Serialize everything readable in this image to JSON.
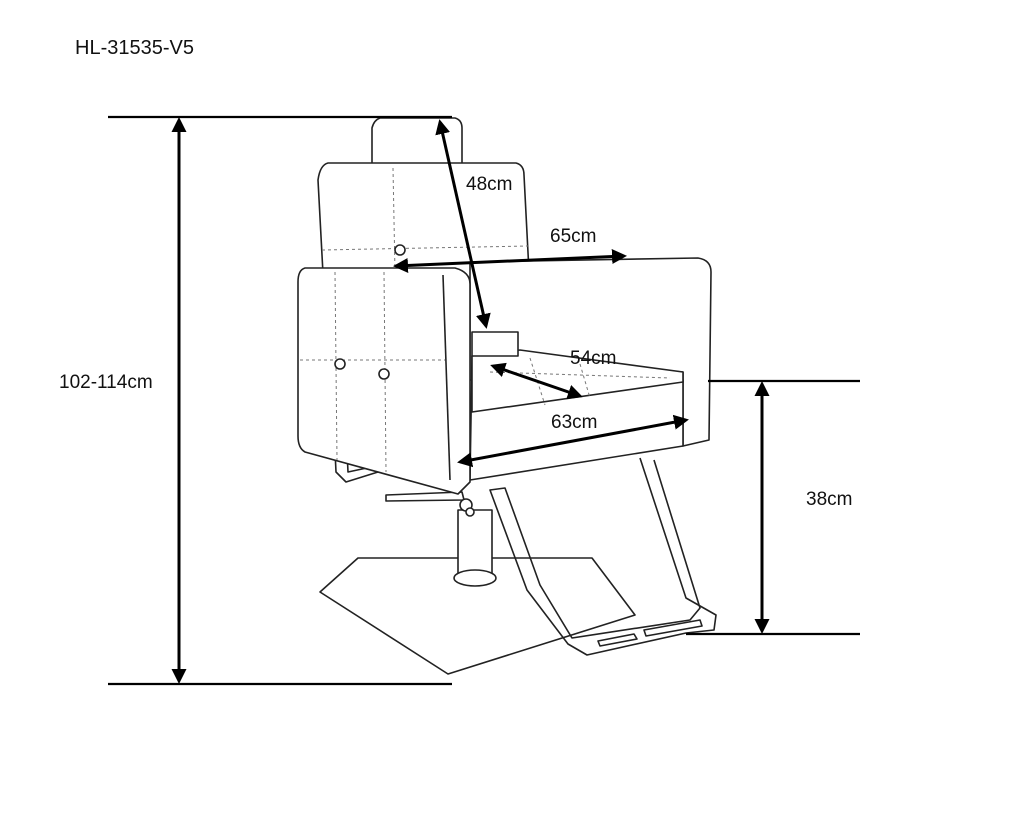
{
  "model_code": "HL-31535-V5",
  "dimensions": {
    "overall_height": "102-114cm",
    "backrest_height": "48cm",
    "backrest_width": "65cm",
    "seat_depth": "54cm",
    "seat_width": "63cm",
    "seat_height": "38cm"
  }
}
